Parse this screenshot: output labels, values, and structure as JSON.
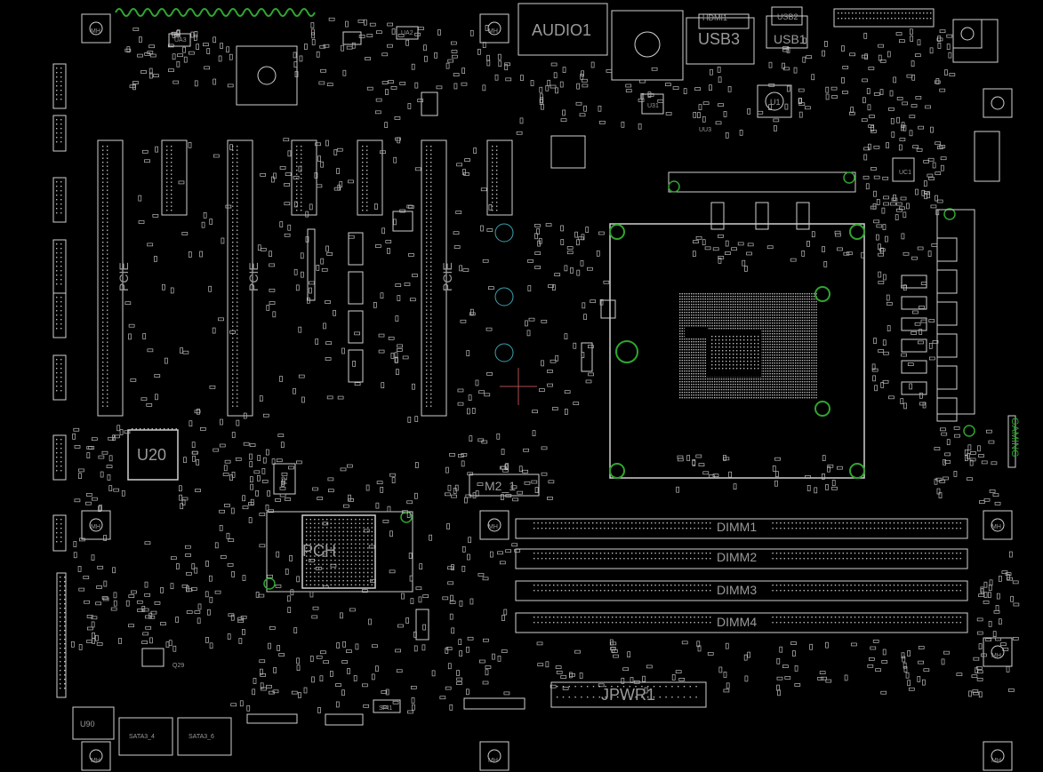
{
  "board": {
    "background": "#000000",
    "outline_color": "#d0d0d0",
    "label_color": "#9a9a9a",
    "via_green": "#2fa52f",
    "via_cyan": "#3aa6b0",
    "accent_red": "#b05050"
  },
  "labels": {
    "audio": "AUDIO1",
    "usb3": "USB3",
    "usb1": "USB1",
    "usb2": "USB2",
    "hdmi": "HDMI1",
    "u20": "U20",
    "pch": "PCH",
    "m2": "M2_1",
    "dimm1": "DIMM1",
    "dimm2": "DIMM2",
    "dimm3": "DIMM3",
    "dimm4": "DIMM4",
    "jpwr": "JPWR1",
    "u90": "U90",
    "sata4": "SATA3_4",
    "sata6": "SATA3_6",
    "spi": "SPI1",
    "gaming": "GAMING",
    "u1": "U1",
    "u31": "U31",
    "ua3": "UA3",
    "ua2": "UA2",
    "y2": "Y2",
    "q29": "Q29",
    "uc1": "UC1",
    "uu3": "UU3",
    "mh": "MH",
    "pcie_a": "PCIE",
    "pcie_b": "PCIE",
    "pcie_c": "PCIE"
  }
}
